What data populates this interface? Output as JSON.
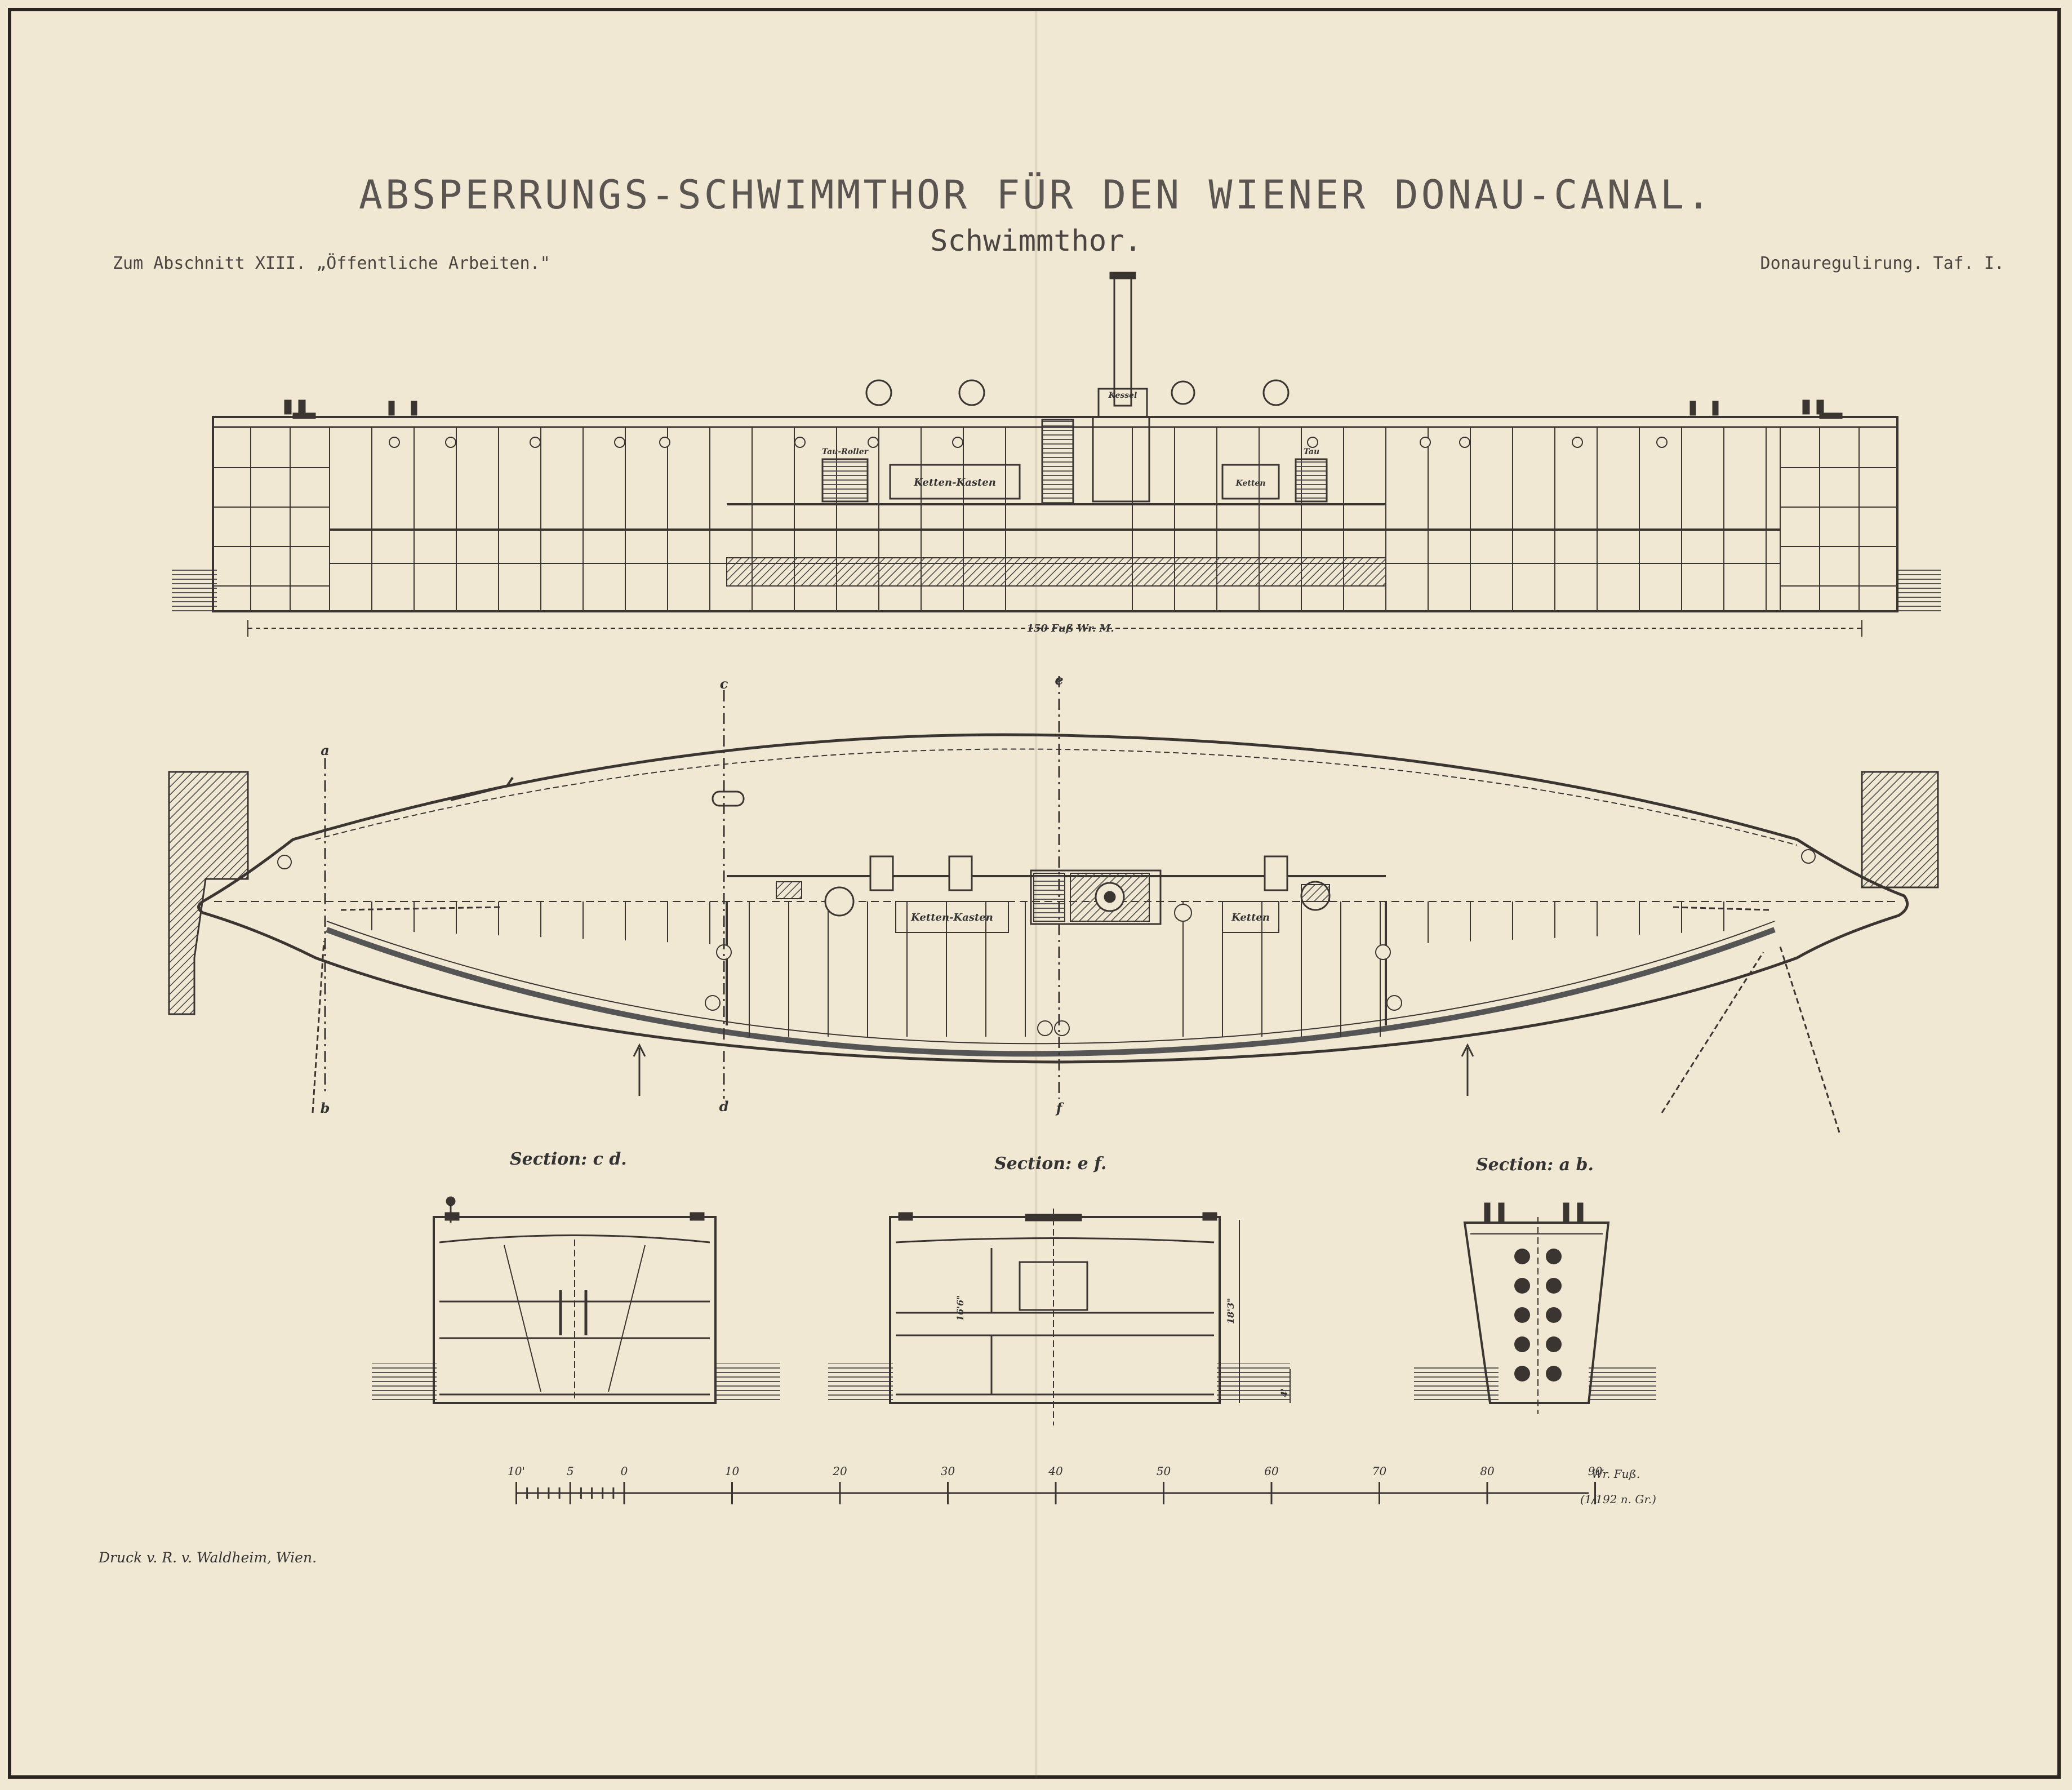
{
  "title": "ABSPERRUNGS-SCHWIMMTHOR FÜR DEN WIENER DONAU-CANAL.",
  "subtitle": "Schwimmthor.",
  "header_left": "Zum Abschnitt XIII. „Öffentliche Arbeiten.\"",
  "header_right": "Donauregulirung. Taf. I.",
  "elevation": {
    "dimension": "150 Fuß Wr. M.",
    "labels": {
      "kessel": "Kessel",
      "tau_roller": "Tau-Roller",
      "ketten_kasten": "Ketten-Kasten",
      "ketten": "Ketten",
      "tau": "Tau"
    }
  },
  "plan": {
    "cut_letters": [
      "a",
      "b",
      "c",
      "d",
      "e",
      "f"
    ],
    "ketten_kasten": "Ketten-Kasten",
    "ketten": "Ketten"
  },
  "sections": [
    {
      "title": "Section: c d."
    },
    {
      "title": "Section: e f.",
      "dims": [
        "16'6\"",
        "18'3\"",
        "4'"
      ]
    },
    {
      "title": "Section: a b."
    }
  ],
  "scale": {
    "ticks": [
      "10'",
      "5",
      "0",
      "10",
      "20",
      "30",
      "40",
      "50",
      "60",
      "70",
      "80",
      "90"
    ],
    "unit": "Wr. Fuß.",
    "ratio": "(1/192 n. Gr.)"
  },
  "printer": "Druck v. R. v. Waldheim, Wien."
}
